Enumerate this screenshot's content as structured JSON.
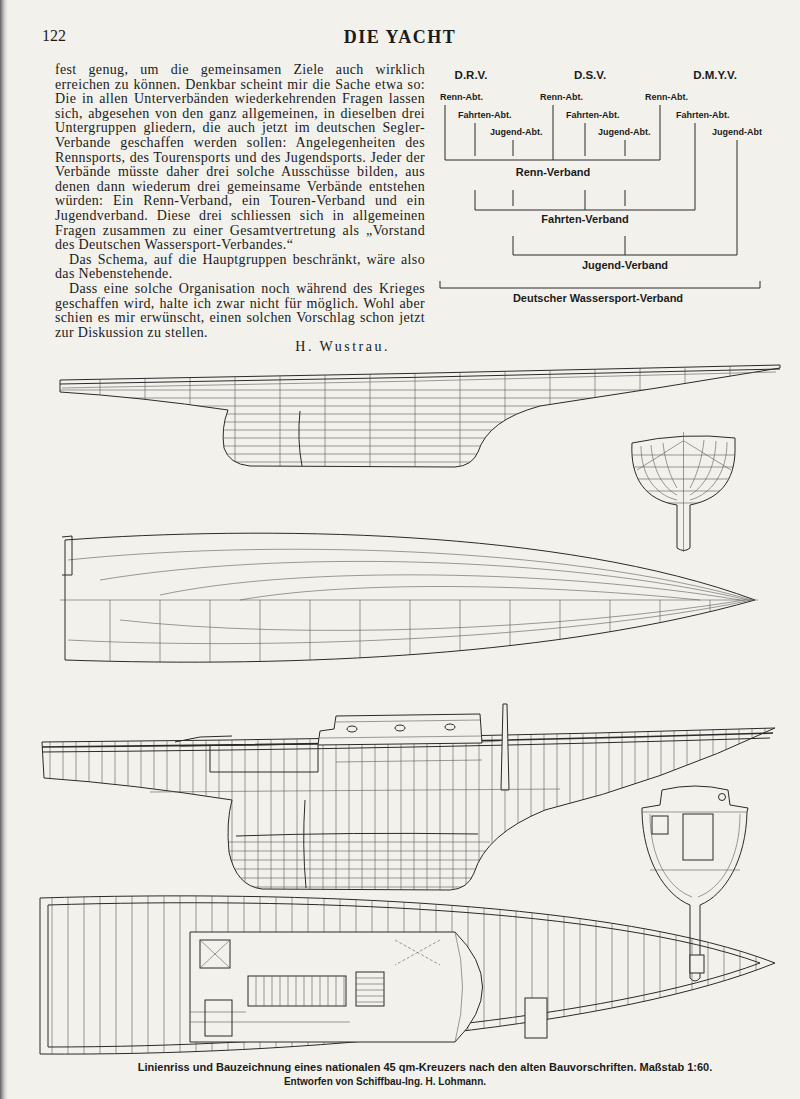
{
  "diagram": {
    "title": "DIE YACHT",
    "caption": "Linienriss und Bauzeichnung eines nationalen 45 qm-Kreuzers nach den alten Bauvorschriften. Maßstab 1:60.",
    "labels": [
      "122",
      "fest genug, um die gemeinsamen Ziele auch wirklich erreichen zu können. Denkbar scheint mir die Sache etwa so: Die in allen Unterverbänden wiederkehrenden Fragen lassen sich, abgesehen von den ganz allgemeinen, in dieselben drei Untergruppen gliedern, die auch jetzt im deutschen Segler-Verbande geschaffen werden sollen: Angelegenheiten des Rennsports, des Tourensports und des Jugendsports. Jeder der Verbände müsste daher drei solche Ausschüsse bilden, aus denen dann wiederum drei gemeinsame Verbände entstehen würden: Ein Renn-Verband, ein Touren-Verband und ein Jugendverband. Diese drei schliessen sich in allgemeinen Fragen zusammen zu einer Gesamtvertretung als „Vorstand des Deutschen Wassersport-Verbandes.“",
      "Das Schema, auf die Hauptgruppen beschränkt, wäre also das Nebenstehende.",
      "Dass eine solche Organisation noch während des Krieges geschaffen wird, halte ich zwar nicht für möglich. Wohl aber schien es mir erwünscht, einen solchen Vorschlag schon jetzt zur Diskussion zu stellen.",
      "H. Wustrau.",
      "D.R.V.",
      "D.S.V.",
      "D.M.Y.V.",
      "Renn-Abt.",
      "Renn-Abt.",
      "Renn-Abt.",
      "Fahrten-Abt.",
      "Fahrten-Abt.",
      "Fahrten-Abt.",
      "Jugend-Abt.",
      "Jugend-Abt.",
      "Jugend-Abt",
      "Renn-Verband",
      "Fahrten-Verband",
      "Jugend-Verband",
      "Deutscher Wassersport-Verband",
      "Entworfen von Schiffbau-Ing. H. Lohmann."
    ]
  }
}
